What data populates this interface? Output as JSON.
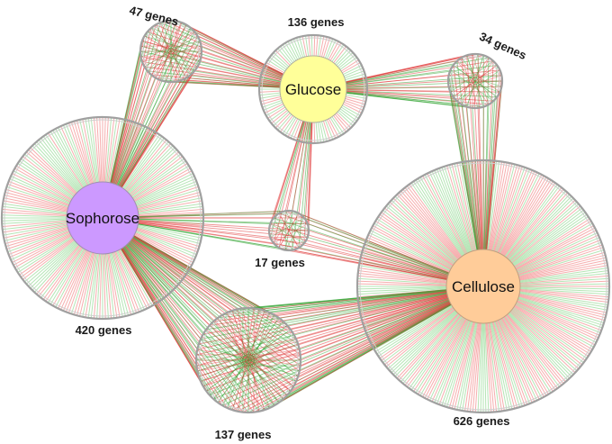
{
  "hubs": [
    {
      "id": "glucose",
      "label": "Glucose",
      "fill": "#ffff99"
    },
    {
      "id": "sophorose",
      "label": "Sophorose",
      "fill": "#cc99ff"
    },
    {
      "id": "cellulose",
      "label": "Cellulose",
      "fill": "#ffcc99"
    }
  ],
  "clusters": [
    {
      "id": "glucose-only",
      "label": "136 genes"
    },
    {
      "id": "sophorose-only",
      "label": "420 genes"
    },
    {
      "id": "cellulose-only",
      "label": "626 genes"
    },
    {
      "id": "glucose-sophorose",
      "label": "47 genes"
    },
    {
      "id": "glucose-cellulose",
      "label": "34 genes"
    },
    {
      "id": "all-three",
      "label": "17 genes"
    },
    {
      "id": "sophorose-cellulose",
      "label": "137 genes"
    }
  ],
  "colors": {
    "up": "#e03a3a",
    "down": "#3aa83a",
    "up_light": "#f5a0a0",
    "down_light": "#a8e0a8",
    "ring": "#a0a0a0"
  }
}
